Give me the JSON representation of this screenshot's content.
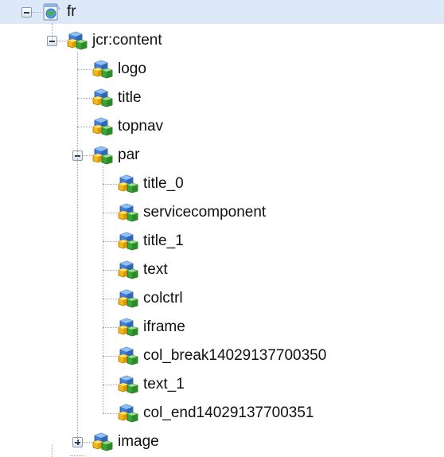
{
  "tree": {
    "root": {
      "label": "fr",
      "icon": "page-globe-icon",
      "expanded": true,
      "selected": true,
      "children": [
        {
          "label": "jcr:content",
          "icon": "component-cubes-icon",
          "expanded": true,
          "children": [
            {
              "label": "logo",
              "icon": "component-cubes-icon"
            },
            {
              "label": "title",
              "icon": "component-cubes-icon"
            },
            {
              "label": "topnav",
              "icon": "component-cubes-icon"
            },
            {
              "label": "par",
              "icon": "component-cubes-icon",
              "expanded": true,
              "children": [
                {
                  "label": "title_0",
                  "icon": "component-cubes-icon"
                },
                {
                  "label": "servicecomponent",
                  "icon": "component-cubes-icon"
                },
                {
                  "label": "title_1",
                  "icon": "component-cubes-icon"
                },
                {
                  "label": "text",
                  "icon": "component-cubes-icon"
                },
                {
                  "label": "colctrl",
                  "icon": "component-cubes-icon"
                },
                {
                  "label": "iframe",
                  "icon": "component-cubes-icon"
                },
                {
                  "label": "col_break14029137700350",
                  "icon": "component-cubes-icon"
                },
                {
                  "label": "text_1",
                  "icon": "component-cubes-icon"
                },
                {
                  "label": "col_end14029137700351",
                  "icon": "component-cubes-icon"
                }
              ]
            },
            {
              "label": "image",
              "icon": "component-cubes-icon",
              "expanded": false
            }
          ]
        }
      ]
    }
  },
  "colors": {
    "selected_row": "#dde9f8",
    "cube_blue": "#3f7fd6",
    "cube_green": "#3aa635",
    "cube_yellow": "#f1b915",
    "tree_line": "#9aa4ae"
  }
}
